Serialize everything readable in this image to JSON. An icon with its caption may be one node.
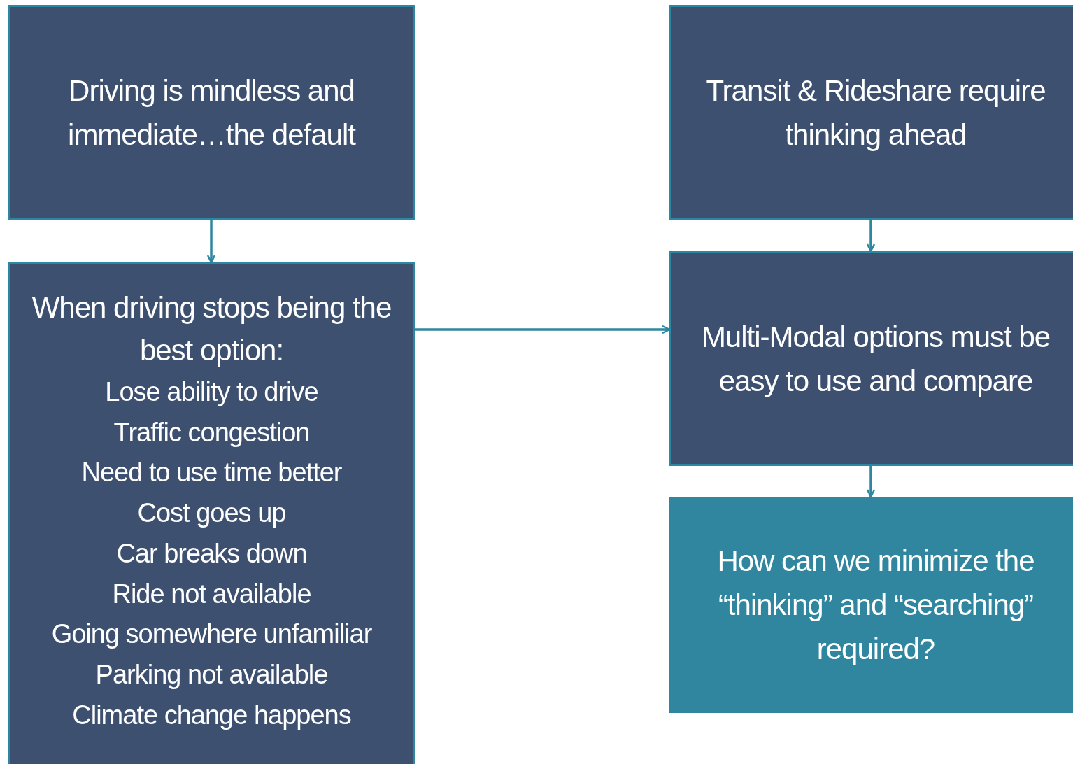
{
  "diagram": {
    "nodes": [
      {
        "text": [
          "Driving is mindless and immediate…the default"
        ]
      },
      {
        "text": [
          "When driving stops being the best option:",
          "Lose ability to drive",
          "Traffic congestion",
          "Need to use time better",
          "Cost goes up",
          "Car breaks down",
          "Ride not available",
          "Going somewhere unfamiliar",
          "Parking not available",
          "Climate change happens"
        ]
      },
      {
        "text": [
          "Transit & Rideshare require thinking ahead"
        ]
      },
      {
        "text": [
          "Multi-Modal options must be easy to use and compare"
        ]
      },
      {
        "text": [
          "How can we minimize the “thinking” and “searching” required?"
        ]
      }
    ],
    "edges": [
      {
        "from": 0,
        "to": 1,
        "arrow": "to"
      },
      {
        "from": 1,
        "to": 3,
        "arrow": "to"
      },
      {
        "from": 2,
        "to": 3,
        "arrow": "to"
      },
      {
        "from": 3,
        "to": 4,
        "arrow": "to"
      }
    ]
  }
}
